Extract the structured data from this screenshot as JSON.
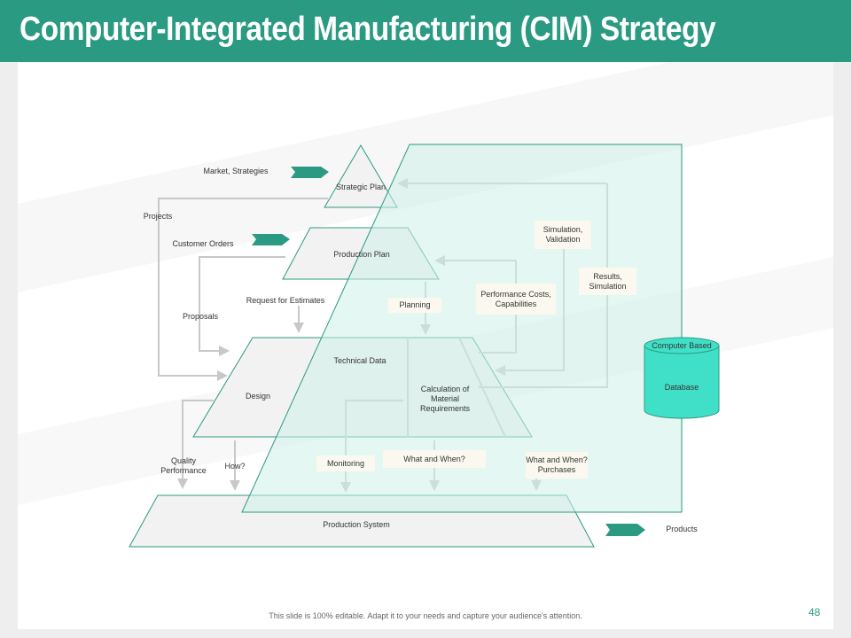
{
  "header": {
    "title": "Computer-Integrated Manufacturing (CIM) Strategy"
  },
  "diagram": {
    "pyramid": {
      "strategic_plan": "Strategic Plan",
      "production_plan": "Production Plan",
      "design": "Design",
      "calc_material": "Calculation of Material Requirements",
      "production_system": "Production System"
    },
    "inputs": {
      "market_strategies": "Market, Strategies",
      "customer_orders": "Customer Orders",
      "projects": "Projects",
      "proposals": "Proposals",
      "request_estimates": "Request for Estimates",
      "technical_data": "Technical Data",
      "quality_performance": "Quality Performance",
      "how": "How?",
      "products": "Products"
    },
    "boxes": {
      "simulation_validation": "Simulation, Validation",
      "results_simulation": "Results, Simulation",
      "performance_costs": "Performance Costs, Capabilities",
      "planning": "Planning",
      "monitoring": "Monitoring",
      "what_when": "What and When?",
      "what_when_purchases": "What and When? Purchases"
    },
    "database": {
      "line1": "Computer Based",
      "line2": "Database"
    },
    "colors": {
      "accent": "#2a9a82",
      "overlay_fill": "#e6f7f3",
      "database_fill": "#40e0c8",
      "shape_fill": "#f2f2f2",
      "box_fill": "#fbf9ef"
    }
  },
  "footer": {
    "note": "This slide is 100% editable. Adapt it to your needs and capture your audience's attention.",
    "page_number": "48"
  }
}
